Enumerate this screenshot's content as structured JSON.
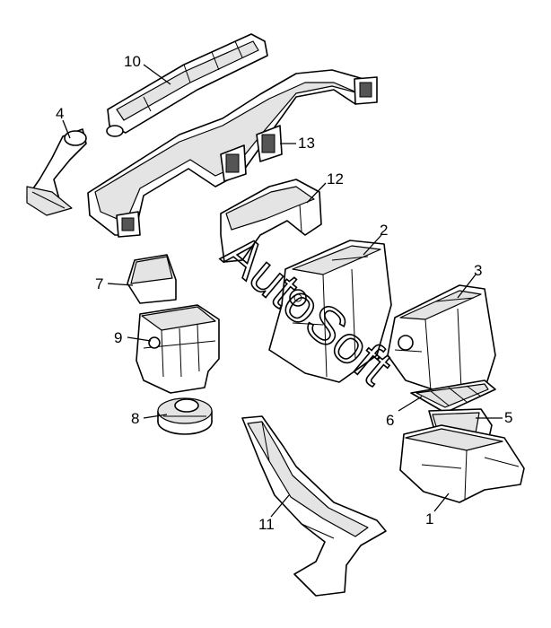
{
  "watermark": "AutoSoft",
  "callouts": {
    "c1": "1",
    "c2": "2",
    "c3": "3",
    "c4": "4",
    "c5": "5",
    "c6": "6",
    "c7": "7",
    "c8": "8",
    "c9": "9",
    "c10": "10",
    "c11": "11",
    "c12": "12",
    "c13": "13"
  }
}
